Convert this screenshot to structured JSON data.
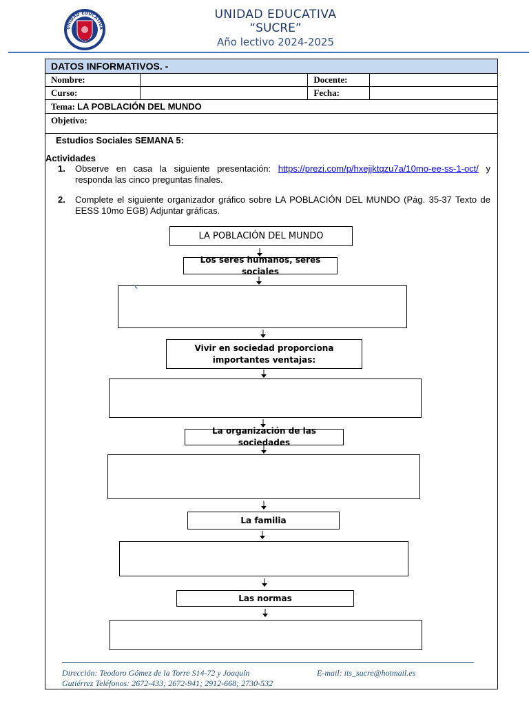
{
  "header": {
    "logo_top_text": "UNIDAD EDUCATIVA",
    "logo_bottom_text": "SUCRE",
    "line1": "UNIDAD EDUCATIVA",
    "line2": "“SUCRE”",
    "line3": "Año lectivo 2024-2025"
  },
  "info_table": {
    "section_title": "DATOS INFORMATIVOS. -",
    "nombre": "Nombre:",
    "docente": "Docente:",
    "curso": "Curso:",
    "fecha": "Fecha:",
    "tema_label": "Tema:",
    "tema_value": "LA POBLACIÓN DEL MUNDO",
    "objetivo": "Objetivo:"
  },
  "semana": "Estudios Sociales SEMANA 5:",
  "actividades": "Actividades",
  "items": [
    {
      "num": "1.",
      "before": "Observe en casa la siguiente presentación: ",
      "link": "https://prezi.com/p/hxejjktqzu7a/10mo-ee-ss-1-oct/",
      "after": " y responda las cinco preguntas finales."
    },
    {
      "num": "2.",
      "text": "Complete el siguiente organizador gráfico sobre LA POBLACIÓN DEL MUNDO (Pág. 35-37 Texto de EESS 10mo EGB) Adjuntar gráficas."
    }
  ],
  "organizer": {
    "title": "LA POBLACIÓN DEL MUNDO",
    "boxes": [
      "Los seres humanos, seres sociales",
      "Vivir en sociedad proporciona importantes ventajas:",
      "La organización de las sociedades",
      "La familia",
      "Las normas"
    ]
  },
  "footer": {
    "address1": "Dirección: Teodoro Gómez de la Torre S14-72 y Joaquín",
    "address2": "Gutiérrez Teléfonos: 2672-433; 2672-941; 2912-668; 2730-532",
    "email": "E-mail: its_sucre@hotmail.es"
  },
  "colors": {
    "header_blue": "#1f3864",
    "table_header_fill": "#c5d9f1",
    "link": "#0000ee",
    "logo_red": "#c8102e",
    "logo_blue": "#1f3c88"
  }
}
